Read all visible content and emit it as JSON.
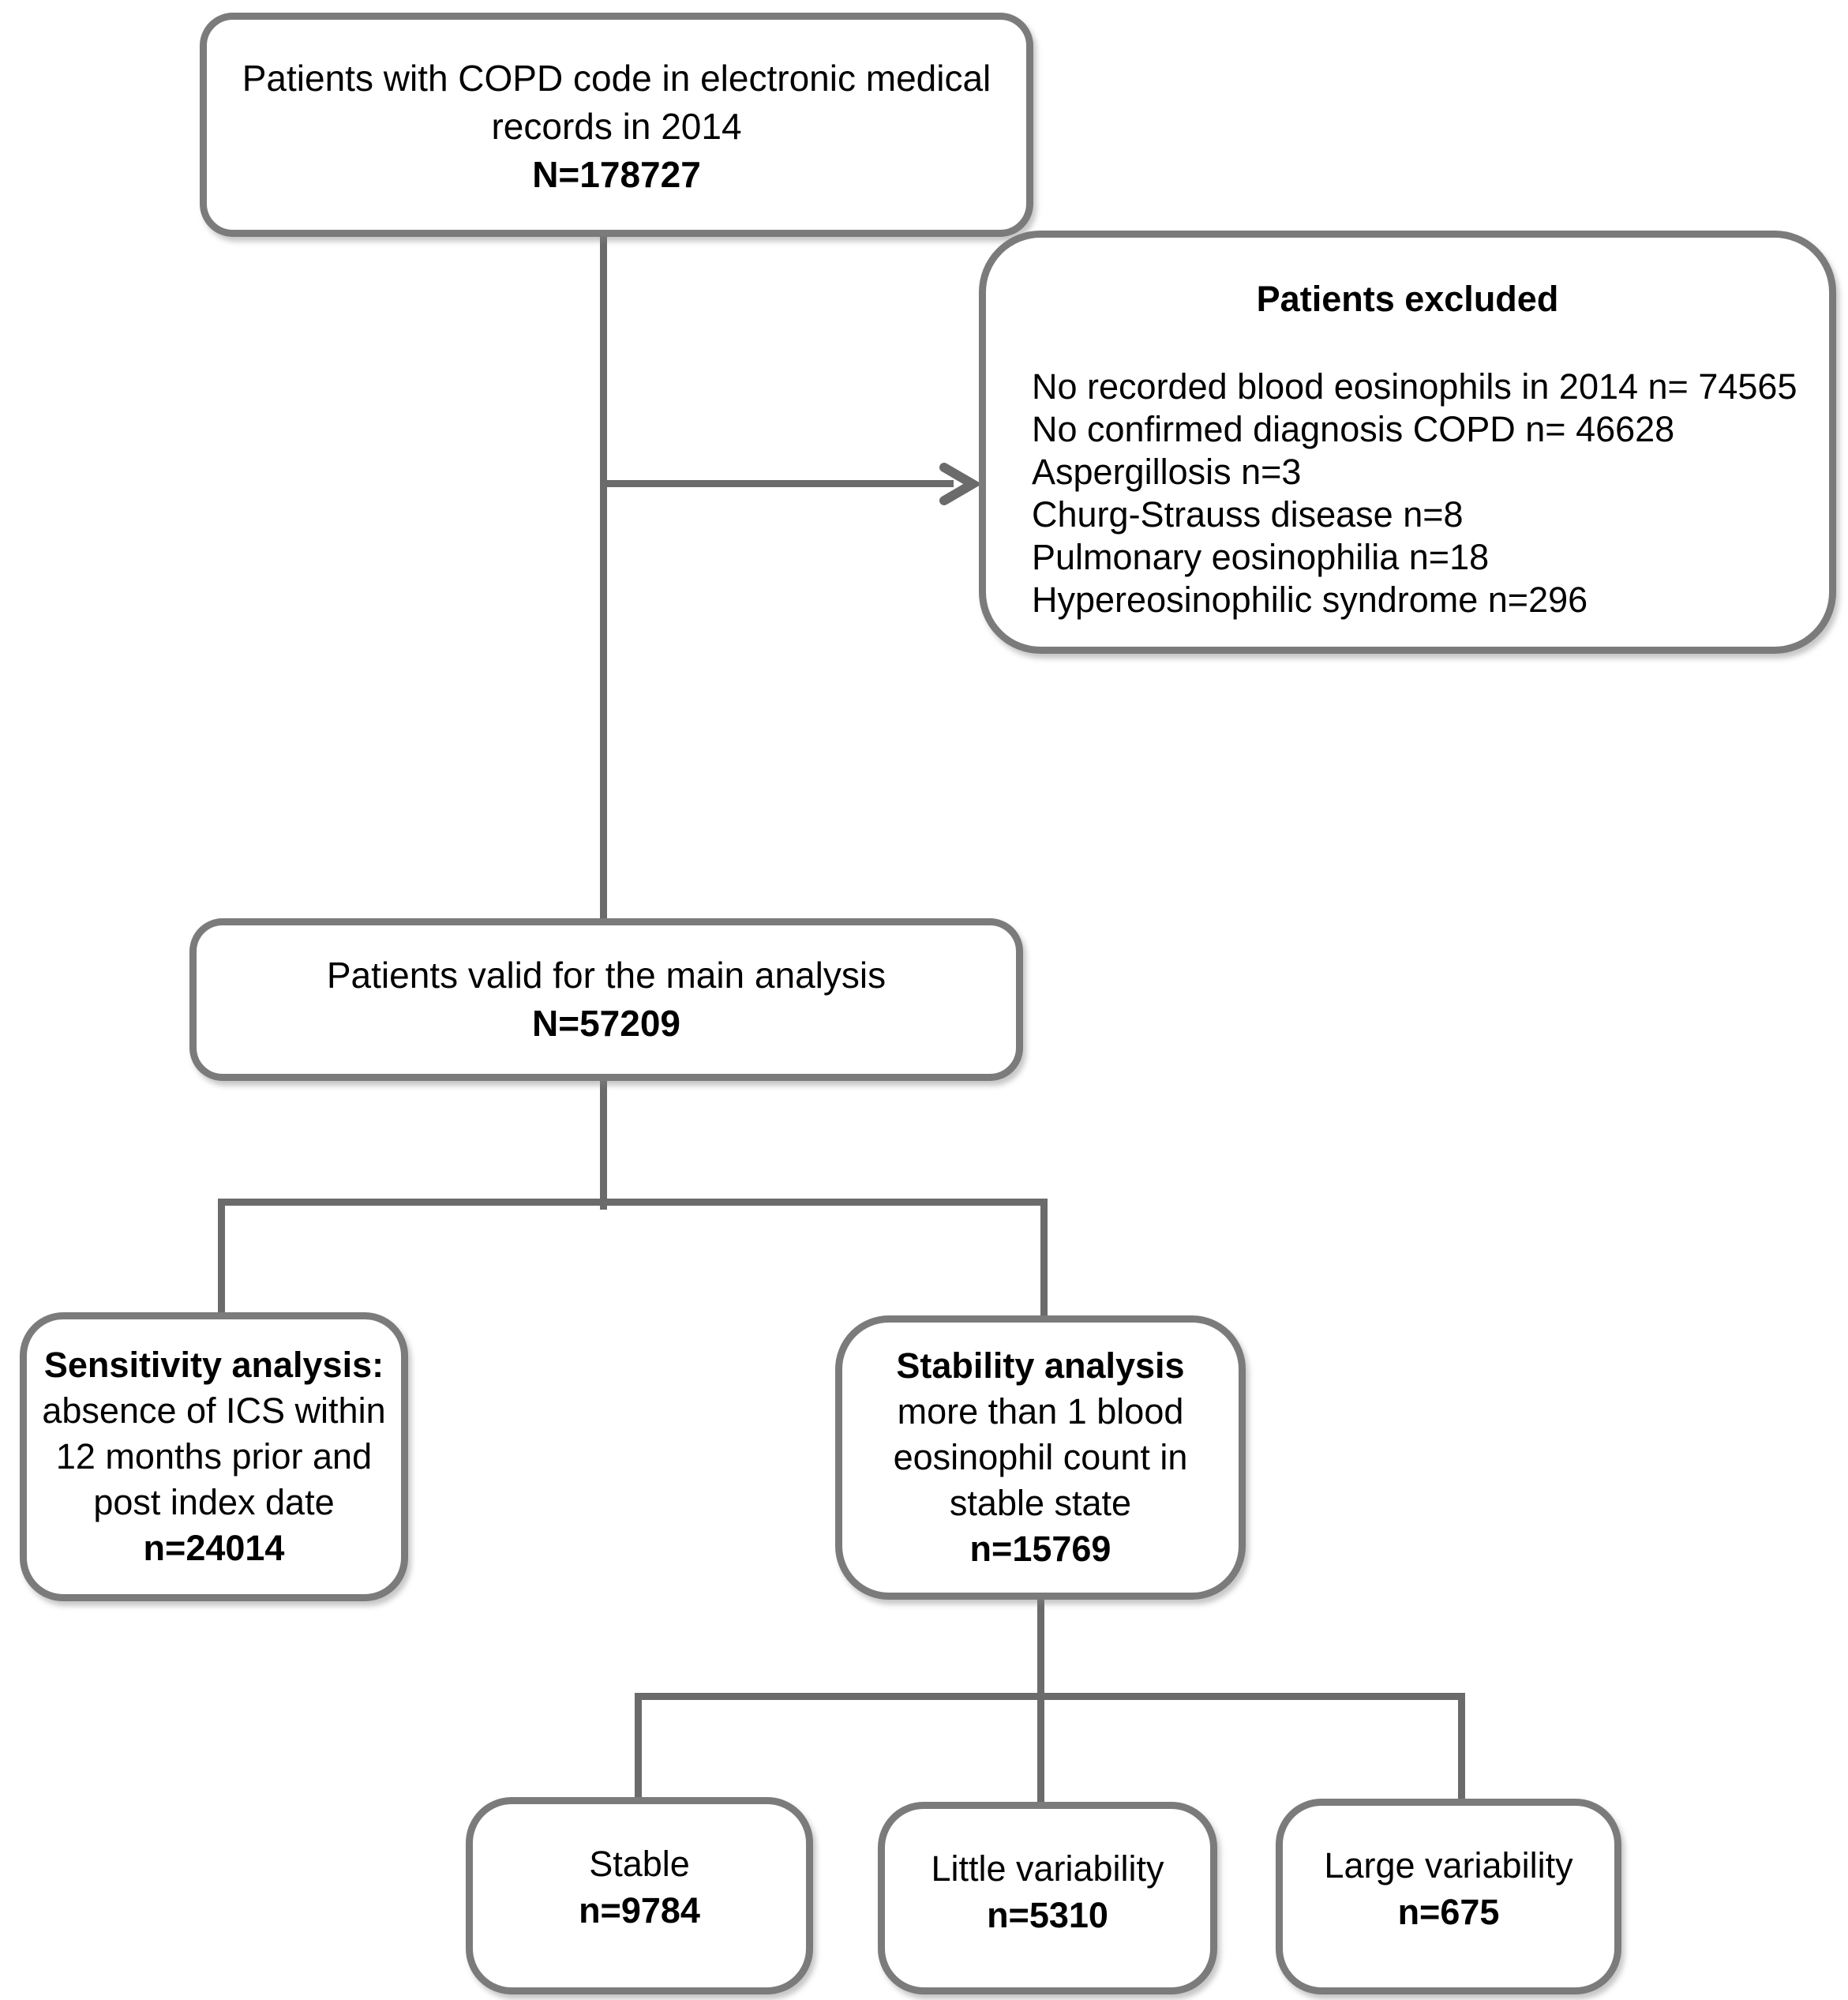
{
  "flowchart": {
    "top_box": {
      "line1": "Patients with COPD code in electronic medical",
      "line2": "records in 2014",
      "n": "N=178727"
    },
    "excluded_box": {
      "title": "Patients excluded",
      "items": [
        "No recorded blood eosinophils in 2014 n= 74565",
        "No confirmed diagnosis COPD n= 46628",
        "Aspergillosis n=3",
        "Churg-Strauss disease n=8",
        "Pulmonary eosinophilia n=18",
        "Hypereosinophilic syndrome n=296"
      ]
    },
    "valid_box": {
      "line1": "Patients valid for the main analysis",
      "n": "N=57209"
    },
    "sensitivity_box": {
      "title": "Sensitivity analysis:",
      "line2": "absence of ICS within",
      "line3": "12 months prior and",
      "line4": "post index date",
      "n": "n=24014"
    },
    "stability_box": {
      "title": "Stability analysis",
      "line2": "more than 1 blood",
      "line3": "eosinophil count in",
      "line4": "stable state",
      "n": "n=15769"
    },
    "stable_box": {
      "label": "Stable",
      "n": "n=9784"
    },
    "little_box": {
      "label": "Little variability",
      "n": "n=5310"
    },
    "large_box": {
      "label": "Large variability",
      "n": "n=675"
    }
  },
  "icons": {
    "arrowhead_right": "›"
  },
  "colors": {
    "box_border": "#7b7b7b",
    "connector_line": "#6b6b6b",
    "text": "#000000",
    "background": "#ffffff"
  }
}
